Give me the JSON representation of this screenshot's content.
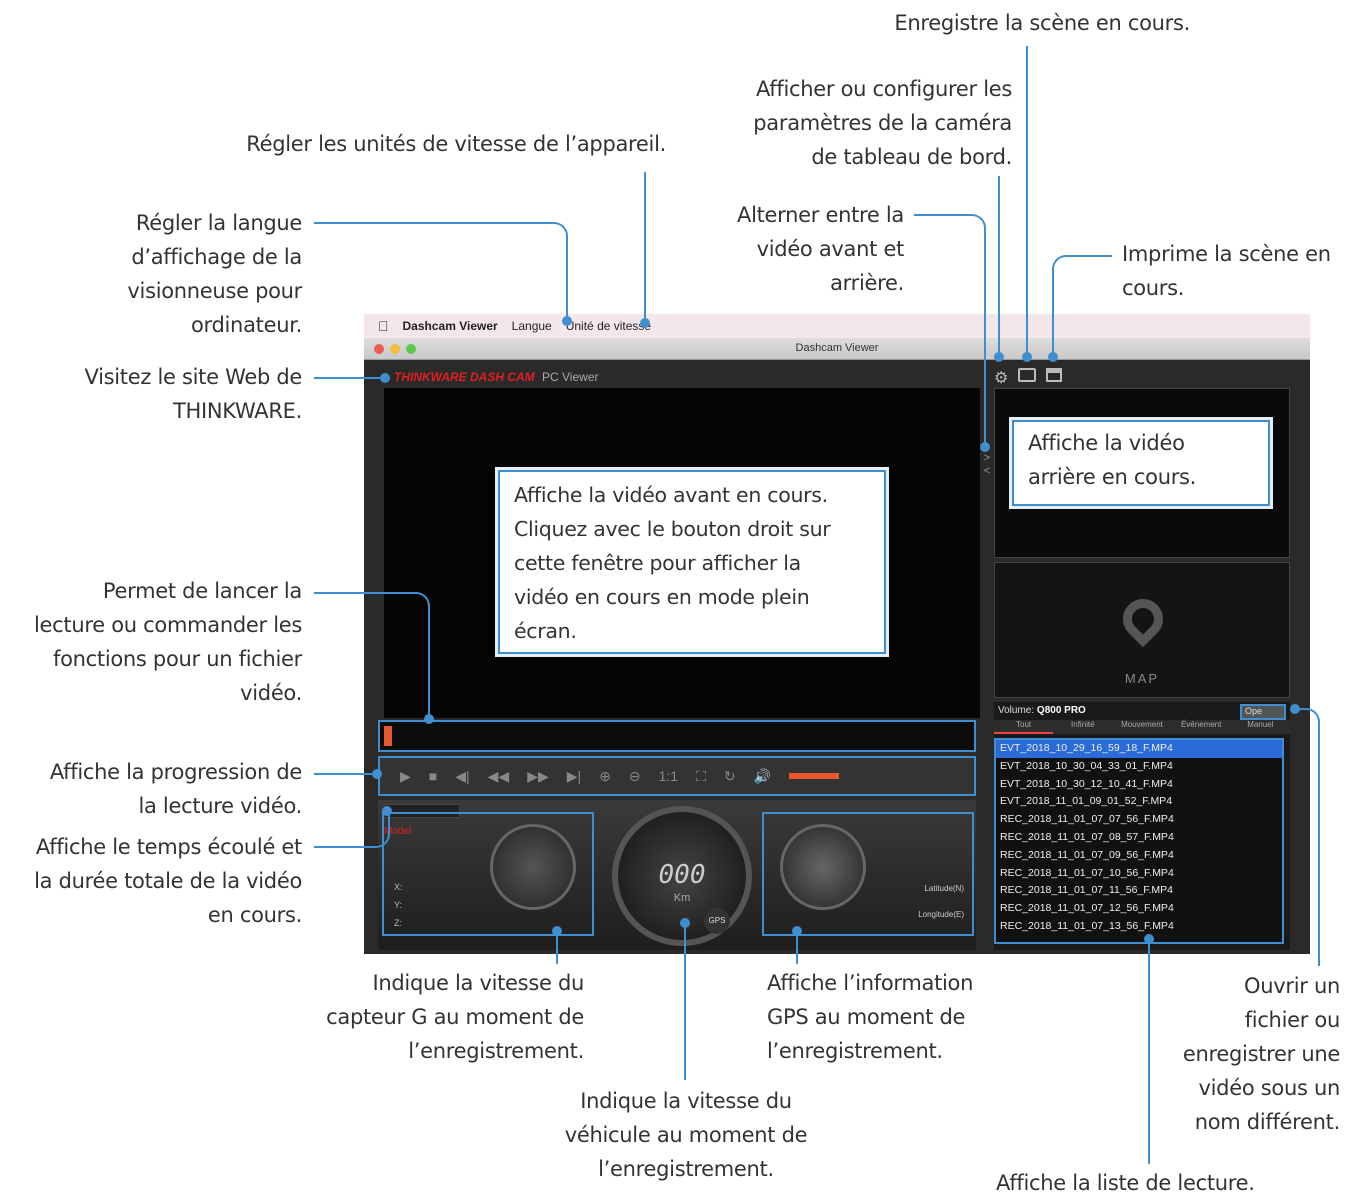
{
  "menubar": {
    "app": "Dashcam Viewer",
    "lang": "Langue",
    "speed": "Unité de vitesse"
  },
  "window": {
    "title": "Dashcam Viewer",
    "brand": "THINKWARE DASH CAM",
    "brand_suffix": "PC Viewer"
  },
  "map": {
    "label": "MAP"
  },
  "playlist": {
    "volume": "Volume:",
    "model": "Q800 PRO",
    "tabs": [
      "Tout",
      "Infinité",
      "Mouvement",
      "Événement",
      "Manuel"
    ],
    "files": [
      "EVT_2018_10_29_16_59_18_F.MP4",
      "EVT_2018_10_30_04_33_01_F.MP4",
      "EVT_2018_10_30_12_10_41_F.MP4",
      "EVT_2018_11_01_09_01_52_F.MP4",
      "REC_2018_11_01_07_07_56_F.MP4",
      "REC_2018_11_01_07_08_57_F.MP4",
      "REC_2018_11_01_07_09_56_F.MP4",
      "REC_2018_11_01_07_10_56_F.MP4",
      "REC_2018_11_01_07_11_56_F.MP4",
      "REC_2018_11_01_07_12_56_F.MP4",
      "REC_2018_11_01_07_13_56_F.MP4"
    ],
    "open_label": "Ope"
  },
  "dash": {
    "model": "Model",
    "speed": "000",
    "unit": "Km",
    "gps": "GPS",
    "lat": "Latitude(N)",
    "lon": "Longitude(E)",
    "axes": [
      "X:",
      "Y:",
      "Z:"
    ]
  },
  "controls": {
    "ratio": "1:1"
  },
  "annotations": {
    "top_record": "Enregistre la scène en cours.",
    "settings": "Afficher ou configurer les\nparamètres de la caméra\nde tableau de bord.",
    "speed_units": "Régler les unités de vitesse de l’appareil.",
    "language": "Régler la langue\nd’affichage de la\nvisionneuse pour\nordinateur.",
    "switch": "Alterner entre la\nvidéo avant et\narrière.",
    "print": "Imprime la scène en\ncours.",
    "website": "Visitez le site Web de\nTHINKWARE.",
    "rear": "Affiche la vidéo\narrière en cours.",
    "front": "Affiche la vidéo avant en cours.\nCliquez avec le bouton droit sur\ncette fenêtre pour afficher la\nvidéo en cours en mode plein\nécran.",
    "play": "Permet de lancer la\nlecture ou commander les\nfonctions pour un fichier\nvidéo.",
    "progress": "Affiche la progression de\nla lecture vidéo.",
    "elapsed": "Affiche le temps écoulé et\nla durée totale de la vidéo\nen cours.",
    "gsensor": "Indique la vitesse du\ncapteur G au moment de\nl’enregistrement.",
    "gps": "Affiche l’information\nGPS au moment de\nl’enregistrement.",
    "vehicle": "Indique la vitesse du\nvéhicule au moment de\nl’enregistrement.",
    "open": "Ouvrir un\nfichier ou\nenregistrer une\nvidéo sous un\nnom différent.",
    "playlist": "Affiche la liste de lecture."
  }
}
